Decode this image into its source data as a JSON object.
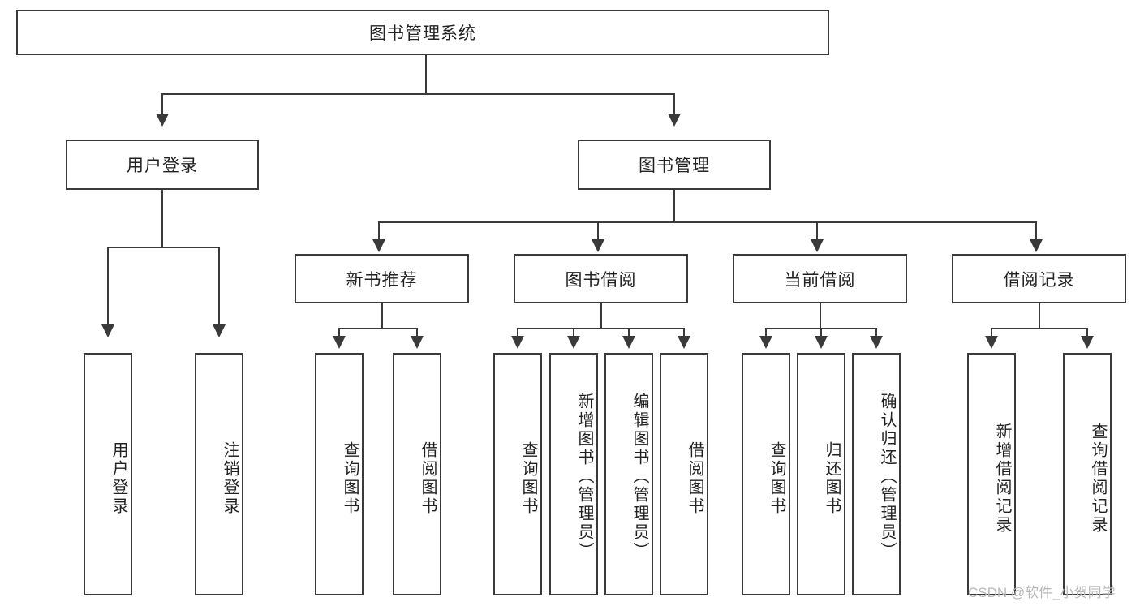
{
  "diagram": {
    "type": "tree",
    "title": "图书管理系统",
    "root": {
      "label": "图书管理系统"
    },
    "level2": [
      {
        "label": "用户登录"
      },
      {
        "label": "图书管理"
      }
    ],
    "level3": [
      {
        "label": "新书推荐",
        "parent": "图书管理"
      },
      {
        "label": "图书借阅",
        "parent": "图书管理"
      },
      {
        "label": "当前借阅",
        "parent": "图书管理"
      },
      {
        "label": "借阅记录",
        "parent": "图书管理"
      }
    ],
    "leaves": {
      "user_login": [
        {
          "label": "用户登录"
        },
        {
          "label": "注销登录"
        }
      ],
      "new_book": [
        {
          "label": "查询图书"
        },
        {
          "label": "借阅图书"
        }
      ],
      "borrow_book": [
        {
          "label": "查询图书"
        },
        {
          "label": "新增图书（管理员）"
        },
        {
          "label": "编辑图书（管理员）"
        },
        {
          "label": "借阅图书"
        }
      ],
      "current_borrow": [
        {
          "label": "查询图书"
        },
        {
          "label": "归还图书"
        },
        {
          "label": "确认归还（管理员）"
        }
      ],
      "borrow_record": [
        {
          "label": "新增借阅记录"
        },
        {
          "label": "查询借阅记录"
        }
      ]
    }
  },
  "watermark": {
    "text": "CSDN @软件_小贺同学"
  },
  "colors": {
    "stroke": "#3a3a3a",
    "text": "#222222",
    "background": "#ffffff",
    "watermark": "#b9b9b9"
  }
}
